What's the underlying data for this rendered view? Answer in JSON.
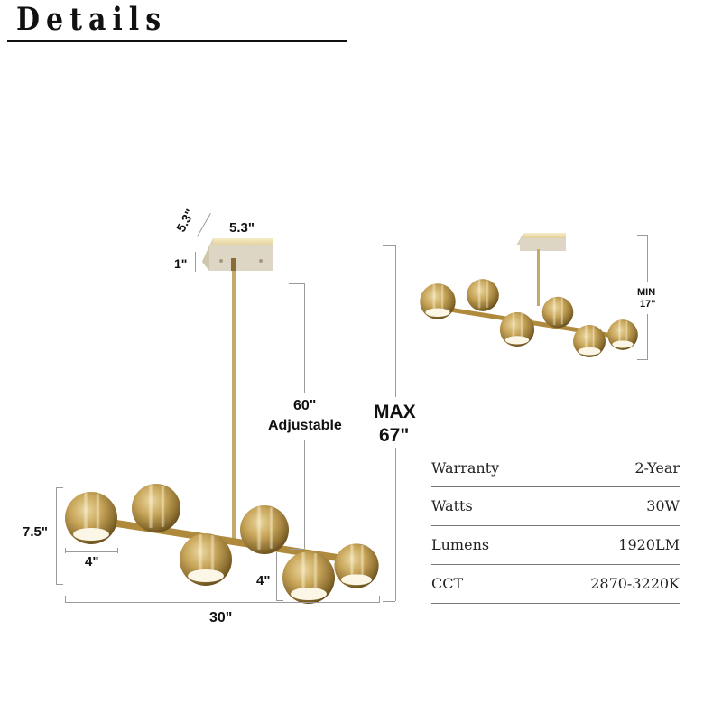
{
  "header": {
    "title": "Details"
  },
  "main_diagram": {
    "canopy_depth": "5.3\"",
    "canopy_width": "5.3\"",
    "canopy_height": "1\"",
    "rod_length_value": "60\"",
    "rod_length_note": "Adjustable",
    "max_height_label": "MAX",
    "max_height_value": "67\"",
    "shade_height": "7.5\"",
    "shade_diameter": "4\"",
    "shade_offset": "4\"",
    "overall_width": "30\""
  },
  "mini_diagram": {
    "min_height_label": "MIN",
    "min_height_value": "17\""
  },
  "specs": [
    {
      "label": "Warranty",
      "value": "2-Year"
    },
    {
      "label": "Watts",
      "value": "30W"
    },
    {
      "label": "Lumens",
      "value": "1920LM"
    },
    {
      "label": "CCT",
      "value": "2870-3220K"
    }
  ],
  "colors": {
    "brass": "#b8954a",
    "brass_light": "#e6d3a0",
    "brass_dark": "#7d6228",
    "canopy": "#efe3b8",
    "dimension_line": "#9a9a9a",
    "text": "#111111"
  }
}
